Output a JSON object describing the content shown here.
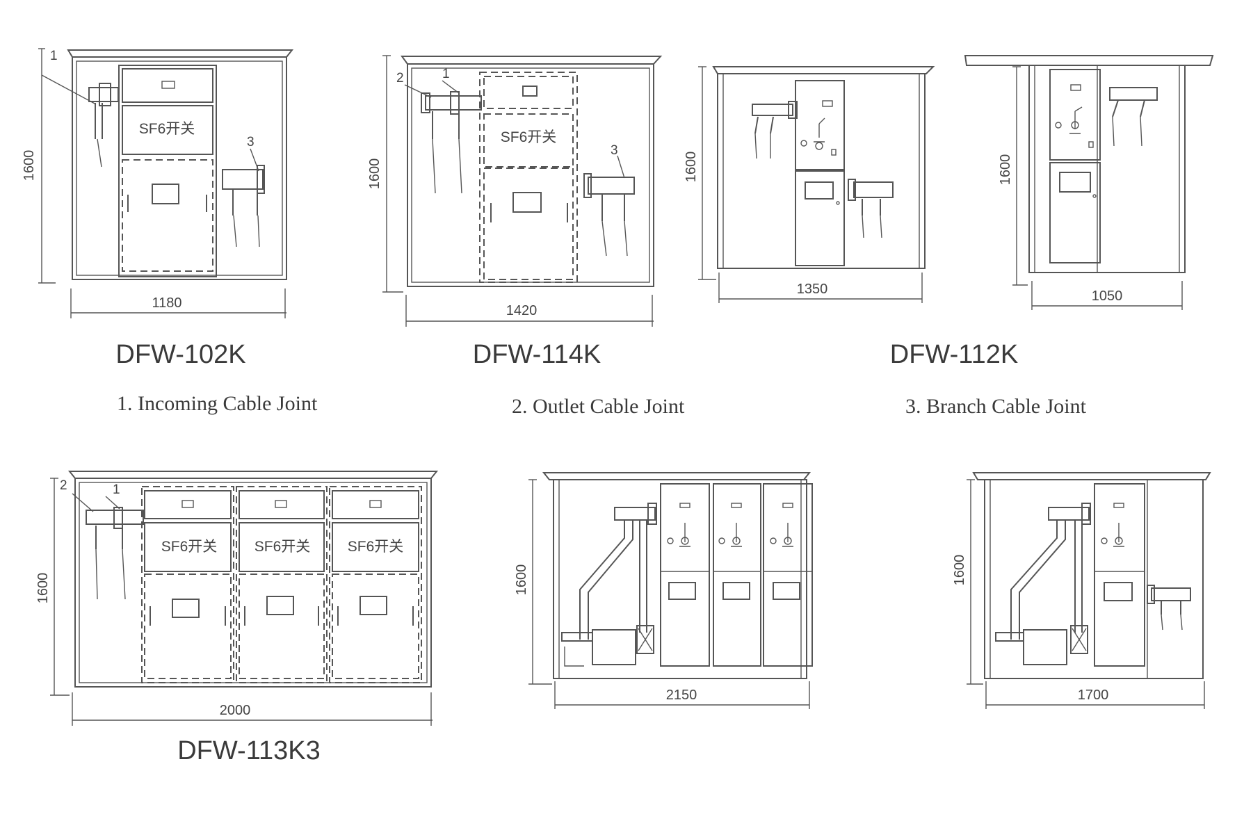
{
  "dimensions": {
    "d102_h": "1600",
    "d102_w": "1180",
    "d114_h": "1600",
    "d114_w": "1420",
    "d112a_h": "1600",
    "d112a_w": "1350",
    "d112b_h": "1600",
    "d112b_w": "1050",
    "d113_h": "1600",
    "d113_w": "2000",
    "d5_h": "1600",
    "d5_w": "2150",
    "d6_h": "1600",
    "d6_w": "1700"
  },
  "callouts": {
    "one": "1",
    "two": "2",
    "three": "3"
  },
  "switch_label": "SF6开关",
  "models": {
    "dfw102k": "DFW-102K",
    "dfw114k": "DFW-114K",
    "dfw112k": "DFW-112K",
    "dfw113k3": "DFW-113K3"
  },
  "legend": {
    "item1": "1. Incoming Cable Joint",
    "item2": "2. Outlet Cable Joint",
    "item3": "3. Branch Cable Joint"
  }
}
